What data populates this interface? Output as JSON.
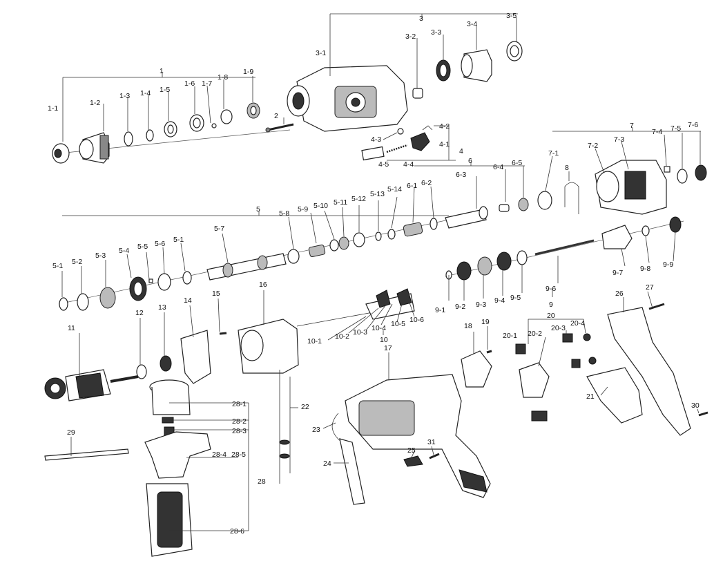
{
  "labels": {
    "p1": "1",
    "p1_1": "1-1",
    "p1_2": "1-2",
    "p1_3": "1-3",
    "p1_4": "1-4",
    "p1_5": "1-5",
    "p1_6": "1-6",
    "p1_7": "1-7",
    "p1_8": "1-8",
    "p1_9": "1-9",
    "p2": "2",
    "p3": "3",
    "p3_1": "3-1",
    "p3_2": "3-2",
    "p3_3": "3-3",
    "p3_4": "3-4",
    "p3_5": "3-5",
    "p4": "4",
    "p4_1": "4-1",
    "p4_2": "4-2",
    "p4_3": "4-3",
    "p4_4": "4-4",
    "p4_5": "4-5",
    "p5": "5",
    "p5_1": "5-1",
    "p5_2": "5-2",
    "p5_3": "5-3",
    "p5_4": "5-4",
    "p5_5": "5-5",
    "p5_6": "5-6",
    "p5_1b": "5-1",
    "p5_7": "5-7",
    "p5_8": "5-8",
    "p5_9": "5-9",
    "p5_10": "5-10",
    "p5_11": "5-11",
    "p5_12": "5-12",
    "p5_13": "5-13",
    "p5_14": "5-14",
    "p6": "6",
    "p6_1": "6-1",
    "p6_2": "6-2",
    "p6_3": "6-3",
    "p6_4": "6-4",
    "p6_5": "6-5",
    "p7": "7",
    "p7_1": "7-1",
    "p7_2": "7-2",
    "p7_3": "7-3",
    "p7_4": "7-4",
    "p7_5": "7-5",
    "p7_6": "7-6",
    "p8": "8",
    "p9": "9",
    "p9_1": "9-1",
    "p9_2": "9-2",
    "p9_3": "9-3",
    "p9_4": "9-4",
    "p9_5": "9-5",
    "p9_6": "9-6",
    "p9_7": "9-7",
    "p9_8": "9-8",
    "p9_9": "9-9",
    "p10": "10",
    "p10_1": "10-1",
    "p10_2": "10-2",
    "p10_3": "10-3",
    "p10_4": "10-4",
    "p10_5": "10-5",
    "p10_6": "10-6",
    "p11": "11",
    "p12": "12",
    "p13": "13",
    "p14": "14",
    "p15": "15",
    "p16": "16",
    "p17": "17",
    "p18": "18",
    "p19": "19",
    "p20": "20",
    "p20_1": "20-1",
    "p20_2": "20-2",
    "p20_3": "20-3",
    "p20_4": "20-4",
    "p21": "21",
    "p22": "22",
    "p23": "23",
    "p24": "24",
    "p25": "25",
    "p26": "26",
    "p27": "27",
    "p28": "28",
    "p28_1": "28-1",
    "p28_2": "28-2",
    "p28_3": "28-3",
    "p28_4": "28-4",
    "p28_5": "28-5",
    "p28_6": "28-6",
    "p29": "29",
    "p30": "30",
    "p31": "31"
  }
}
